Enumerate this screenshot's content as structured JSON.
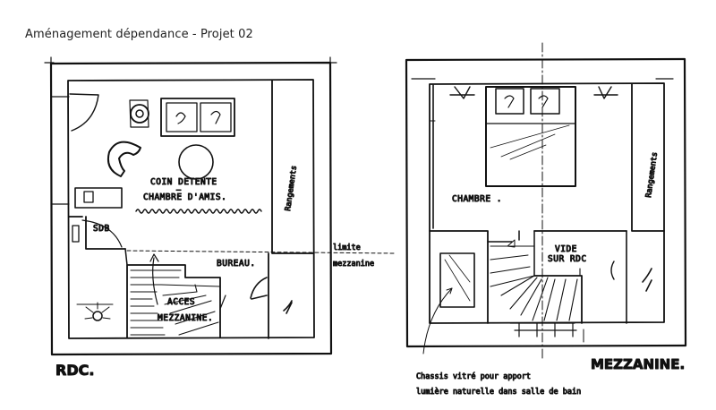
{
  "title": "Aménagement dépendance - Projet 02",
  "ground_floor": {
    "caption": "RDC.",
    "rooms": {
      "coin_detente_line1": "COIN DETENTE",
      "coin_detente_line2": "CHAMBRE D'AMIS.",
      "sdb": "SDB",
      "bureau": "BUREAU.",
      "acces_line1": "ACCES",
      "acces_line2": "MEZZANINE.",
      "rangements": "Rangements"
    },
    "note_line1": "limite",
    "note_line2": "mezzanine"
  },
  "mezzanine_floor": {
    "caption": "MEZZANINE.",
    "rooms": {
      "chambre": "CHAMBRE .",
      "vide_line1": "VIDE",
      "vide_line2": "SUR RDC",
      "rangements": "Rangements"
    },
    "note_line1": "Chassis vitré pour apport",
    "note_line2": "lumière naturelle dans salle de bain"
  }
}
